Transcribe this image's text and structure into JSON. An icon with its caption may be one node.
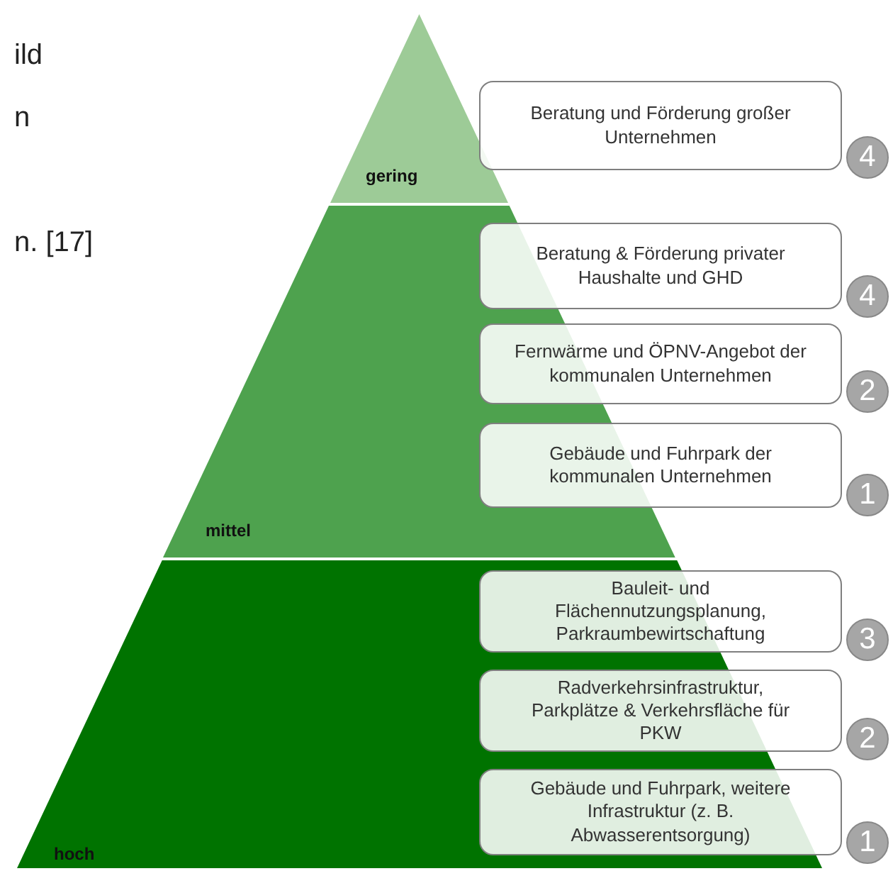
{
  "diagram": {
    "nodes": [
      {
        "text": [
          "gering"
        ]
      },
      {
        "text": [
          "Beratung und Förderung großer Unternehmen"
        ]
      },
      {
        "text": [
          "4"
        ]
      },
      {
        "text": [
          "mittel"
        ]
      },
      {
        "text": [
          "Beratung & Förderung privater Haushalte und GHD"
        ]
      },
      {
        "text": [
          "4"
        ]
      },
      {
        "text": [
          "Fernwärme und ÖPNV-Angebot der kommunalen Unternehmen"
        ]
      },
      {
        "text": [
          "2"
        ]
      },
      {
        "text": [
          "Gebäude und Fuhrpark der kommunalen Unternehmen"
        ]
      },
      {
        "text": [
          "1"
        ]
      },
      {
        "text": [
          "hoch"
        ]
      },
      {
        "text": [
          "Bauleit- und Flächennutzungsplanung, Parkraumbewirtschaftung"
        ]
      },
      {
        "text": [
          "3"
        ]
      },
      {
        "text": [
          "Radverkehrsinfrastruktur, Parkplätze & Verkehrsfläche für PKW"
        ]
      },
      {
        "text": [
          "2"
        ]
      },
      {
        "text": [
          "Gebäude und Fuhrpark, weitere Infrastruktur (z. B. Abwasserentsorgung)"
        ]
      },
      {
        "text": [
          "1"
        ]
      }
    ],
    "labels": [
      "ild",
      "n",
      "n. [17]"
    ]
  }
}
